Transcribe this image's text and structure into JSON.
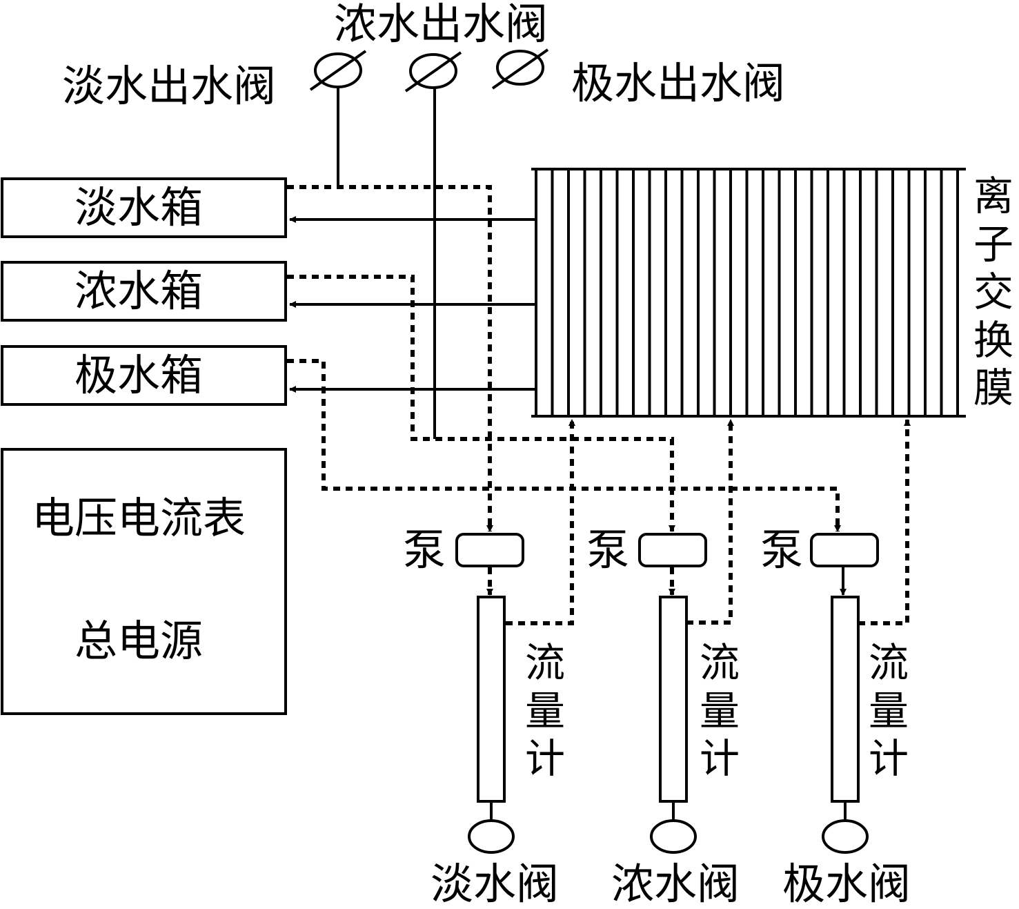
{
  "title": "电渗析实验装置示意图",
  "colors": {
    "line": "#000000",
    "background": "#ffffff"
  },
  "legend_semantics": {
    "solid_line": "outlet flow from membrane stack to tanks",
    "dashed_line": "inlet flow from tanks via pumps and flowmeters"
  },
  "outlet_valves": {
    "fresh": "淡水出水阀",
    "concentrate": "浓水出水阀",
    "electrode": "极水出水阀"
  },
  "tanks": [
    {
      "id": "fresh",
      "label": "淡水箱"
    },
    {
      "id": "concentrate",
      "label": "浓水箱"
    },
    {
      "id": "electrode",
      "label": "极水箱"
    }
  ],
  "power_box": {
    "meter_label": "电压电流表",
    "power_label": "总电源"
  },
  "membrane": {
    "label_chars": [
      "离",
      "子",
      "交",
      "换",
      "膜"
    ],
    "plate_count": 27
  },
  "pump_label": "泵",
  "flowmeter_chars": [
    "流",
    "量",
    "计"
  ],
  "inlet_valves": [
    {
      "id": "fresh",
      "label": "淡水阀"
    },
    {
      "id": "concentrate",
      "label": "浓水阀"
    },
    {
      "id": "electrode",
      "label": "极水阀"
    }
  ]
}
